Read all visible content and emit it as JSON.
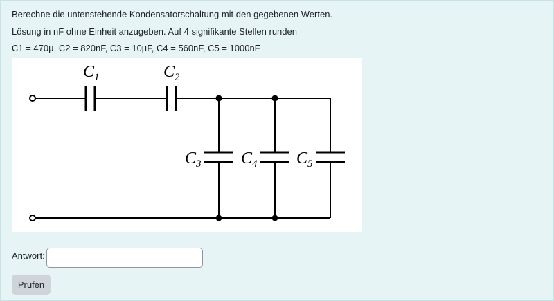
{
  "question": {
    "line1": "Berechne die untenstehende Kondensatorschaltung mit den gegebenen Werten.",
    "line2": "Lösung in nF ohne Einheit anzugeben. Auf 4 signifikante Stellen runden",
    "line3": "C1 = 470µ, C2 = 820nF, C3 = 10µF, C4 = 560nF, C5 = 1000nF"
  },
  "diagram": {
    "labels": [
      {
        "letter": "C",
        "sub": "1"
      },
      {
        "letter": "C",
        "sub": "2"
      },
      {
        "letter": "C",
        "sub": "3"
      },
      {
        "letter": "C",
        "sub": "4"
      },
      {
        "letter": "C",
        "sub": "5"
      }
    ]
  },
  "answer": {
    "label": "Antwort:",
    "value": "",
    "placeholder": ""
  },
  "buttons": {
    "check_label": "Prüfen"
  }
}
